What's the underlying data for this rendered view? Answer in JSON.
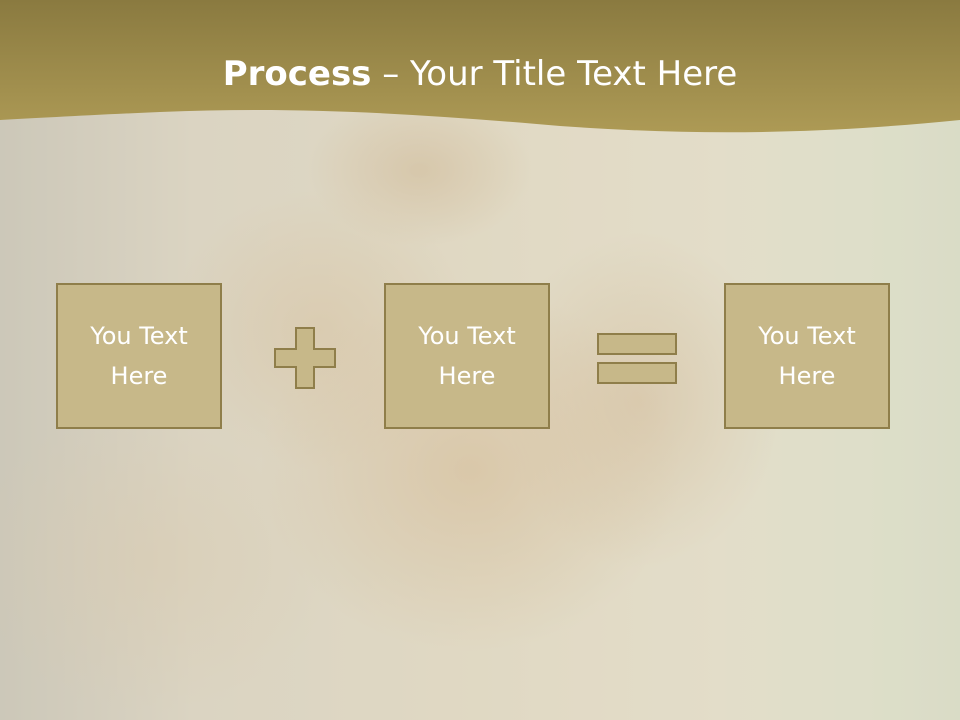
{
  "slide": {
    "title_bold": "Process",
    "title_rest": " – Your Title Text Here",
    "boxes": [
      {
        "label": "You Text\nHere"
      },
      {
        "label": "You Text\nHere"
      },
      {
        "label": "You Text\nHere"
      }
    ],
    "operators": [
      "plus-icon",
      "equals-icon"
    ]
  },
  "colors": {
    "header": "#9a8847",
    "box_fill": "#c7b889",
    "box_border": "#8f7e4a",
    "text": "#ffffff"
  }
}
